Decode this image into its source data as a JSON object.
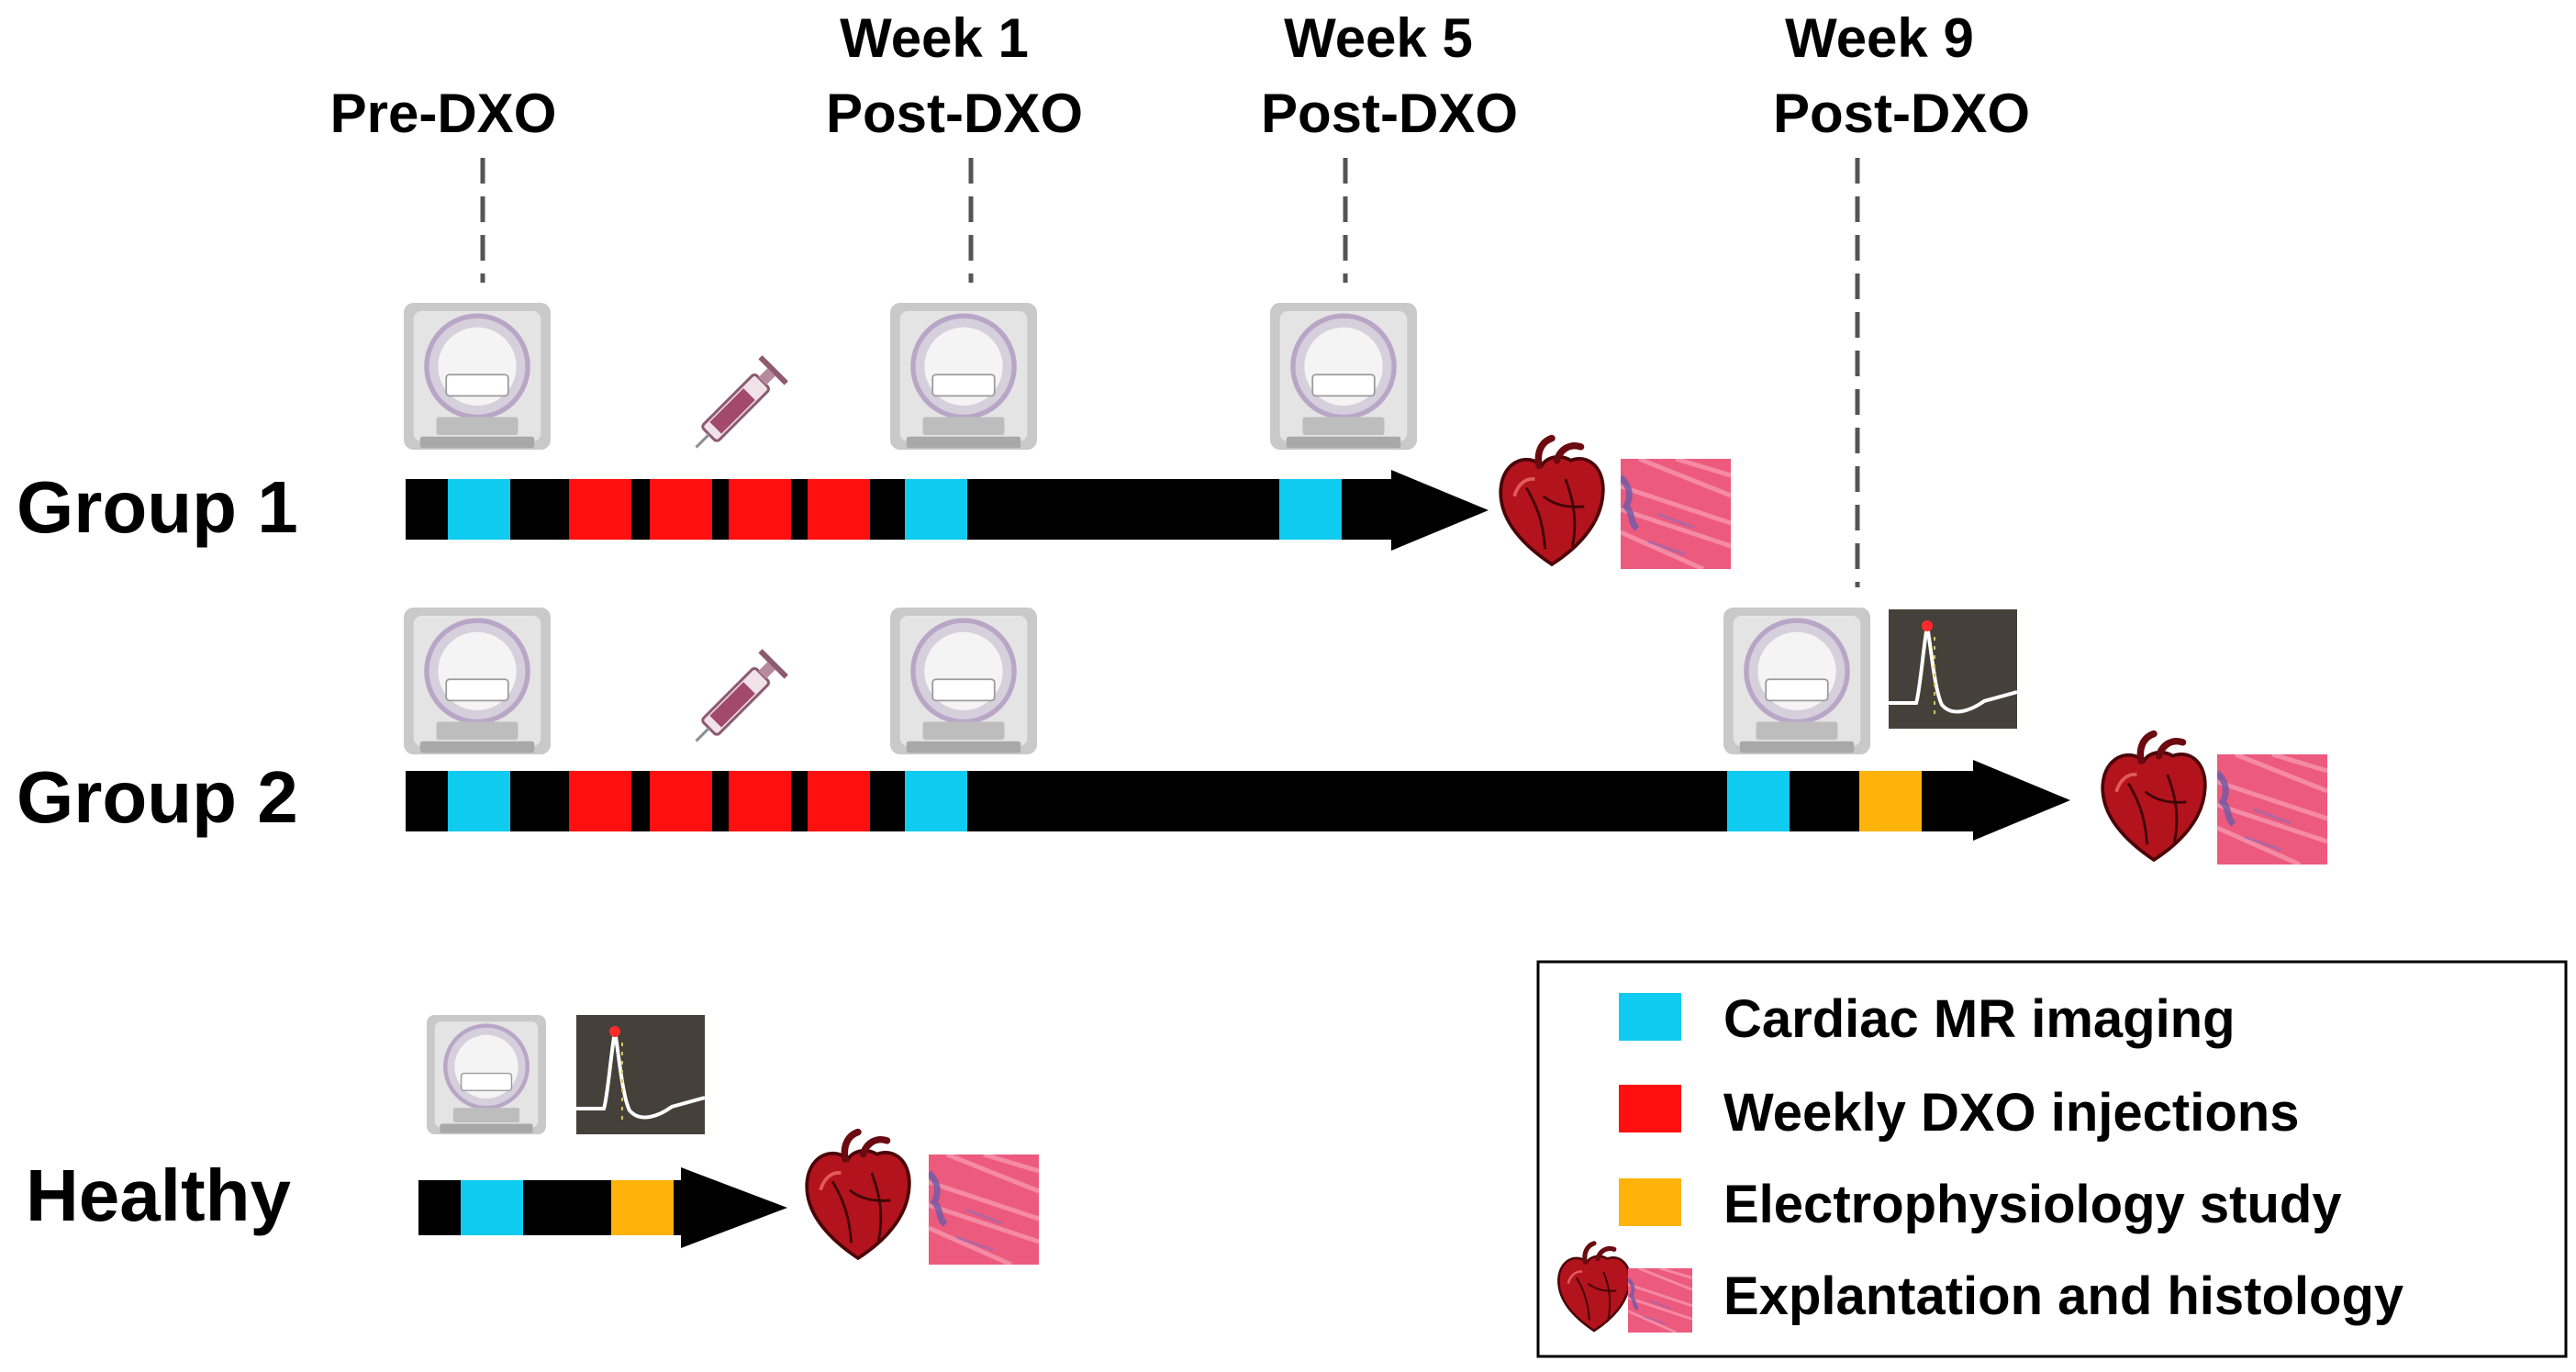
{
  "timepoints": [
    {
      "line1": "",
      "line2": "Pre-DXO"
    },
    {
      "line1": "Week 1",
      "line2": "Post-DXO"
    },
    {
      "line1": "Week 5",
      "line2": "Post-DXO"
    },
    {
      "line1": "Week 9",
      "line2": "Post-DXO"
    }
  ],
  "groups": [
    {
      "label": "Group 1",
      "segments": [
        "k",
        "c",
        "k",
        "r",
        "k",
        "r",
        "k",
        "r",
        "k",
        "r",
        "k",
        "c",
        "k",
        "c"
      ]
    },
    {
      "label": "Group 2",
      "segments": [
        "k",
        "c",
        "k",
        "r",
        "k",
        "r",
        "k",
        "r",
        "k",
        "r",
        "k",
        "c",
        "k",
        "c",
        "k",
        "o"
      ]
    },
    {
      "label": "Healthy",
      "segments": [
        "k",
        "c",
        "k",
        "o"
      ]
    }
  ],
  "legend": [
    {
      "key": "cyan",
      "color": "#0fcbf0",
      "label": "Cardiac MR imaging"
    },
    {
      "key": "red",
      "color": "#ff0f0f",
      "label": "Weekly DXO injections"
    },
    {
      "key": "orange",
      "color": "#ffb30a",
      "label": "Electrophysiology study"
    },
    {
      "key": "heart",
      "color": "",
      "label": "Explantation and histology"
    }
  ],
  "colors": {
    "black": "#000000",
    "cyan": "#0fcbf0",
    "red": "#ff0f0f",
    "orange": "#ffb30a",
    "histology": "#ec5a7e",
    "heart": "#b3131c",
    "scanner": "#c9c9c9",
    "ecg_bg": "#45413a"
  },
  "icons": [
    "mri-scanner-icon",
    "syringe-icon",
    "heart-icon",
    "histology-icon",
    "ecg-trace-icon"
  ]
}
